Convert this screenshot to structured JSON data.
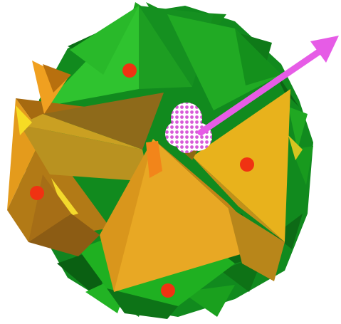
{
  "colors": {
    "background": "#ffffff",
    "green_light": "#3fcf3f",
    "green": "#22b322",
    "green_dark": "#0f7a1a",
    "green_deep": "#075a12",
    "orange": "#ef8e16",
    "orange_dark": "#b8660c",
    "gold": "#e8b21c",
    "gold_dark": "#a8851a",
    "yellow": "#f3d92c",
    "brown": "#8a5a12",
    "red_marker": "#f03212",
    "arrow": "#e65ce6",
    "particle": "#d85ad8"
  },
  "diagram": {
    "parts": [
      "green-pyramids",
      "orange-tetrahedra",
      "red-markers",
      "dotted-particle",
      "magenta-arrow"
    ]
  }
}
